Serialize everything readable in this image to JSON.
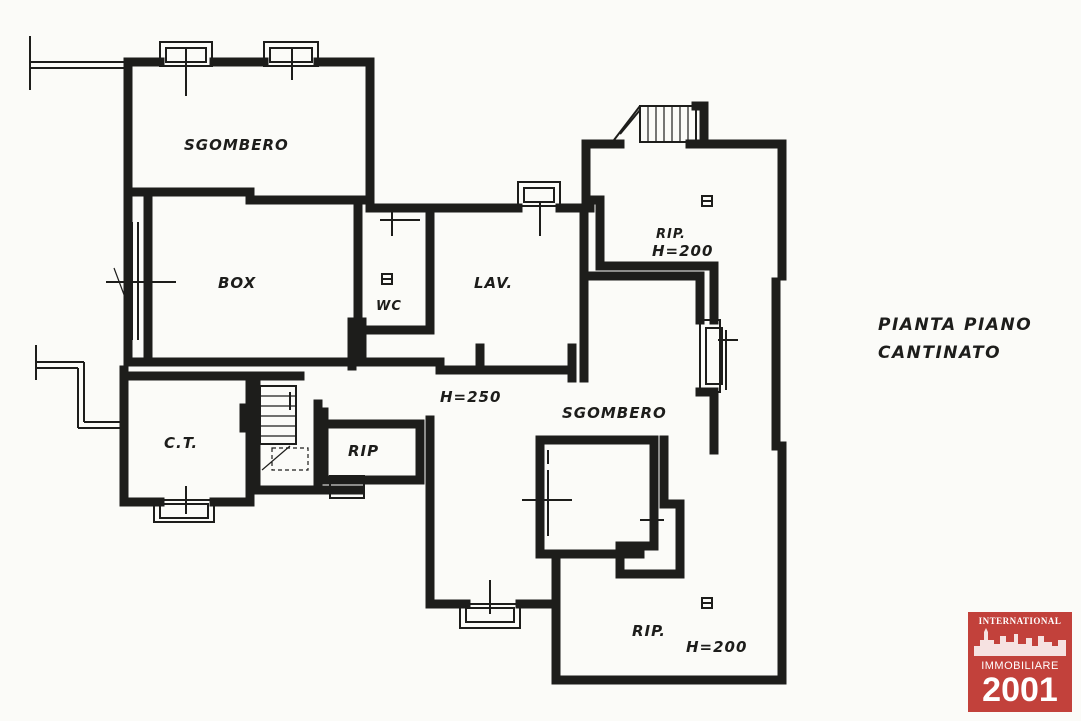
{
  "plan": {
    "title_line1": "PIANTA PIANO",
    "title_line2": "CANTINATO",
    "rooms": {
      "sgombero_top": "SGOMBERO",
      "box": "BOX",
      "wc": "WC",
      "lav": "LAV.",
      "rip_top": "RIP.",
      "rip_top_height": "H=200",
      "hall_height": "H=250",
      "sgombero_center": "SGOMBERO",
      "ct": "C.T.",
      "rip_small": "RIP",
      "rip_bottom": "RIP.",
      "rip_bottom_height": "H=200"
    }
  },
  "logo": {
    "top_text": "INTERNATIONAL",
    "middle_text": "IMMOBILIARE",
    "number": "2001",
    "color": "#c2413b"
  }
}
